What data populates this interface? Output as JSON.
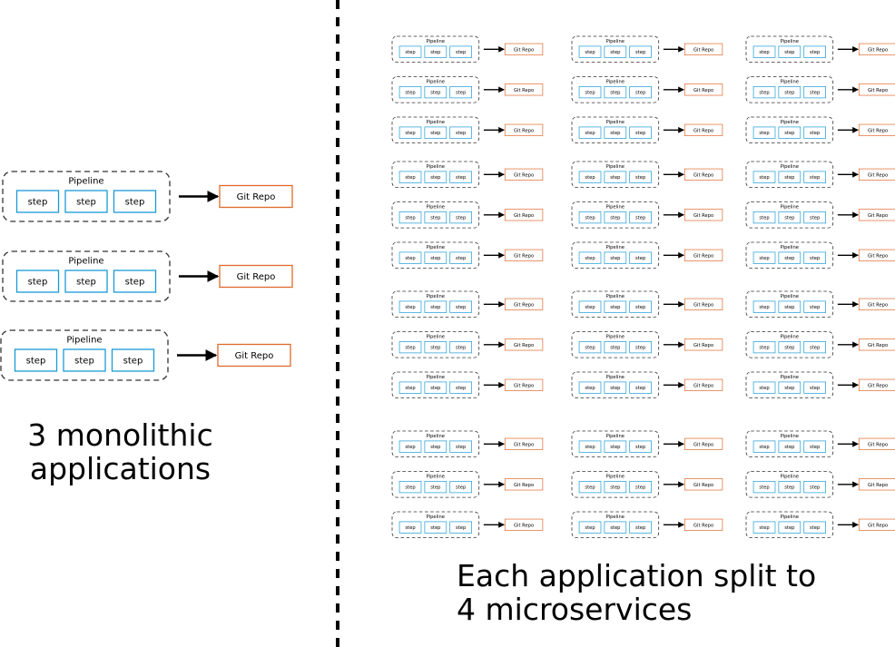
{
  "labels": {
    "pipeline": "Pipeline",
    "step": "step",
    "repo": "Git Repo"
  },
  "left_caption": {
    "line1": "3 monolithic",
    "line2": "applications"
  },
  "right_caption": {
    "line1": "Each application split to",
    "line2": "4 microservices"
  },
  "monolithic_pipelines": [
    {
      "id": "monolith-1",
      "steps": 3
    },
    {
      "id": "monolith-2",
      "steps": 3
    },
    {
      "id": "monolith-3",
      "steps": 3
    }
  ],
  "microservice_layout": {
    "columns": 3,
    "groups": 4,
    "per_group": 3,
    "steps": 3
  },
  "colors": {
    "step_border": "#1a9ad6",
    "repo_border": "#e06a2c",
    "pipeline_border": "#333333",
    "arrow": "#000000",
    "divider": "#000000"
  }
}
